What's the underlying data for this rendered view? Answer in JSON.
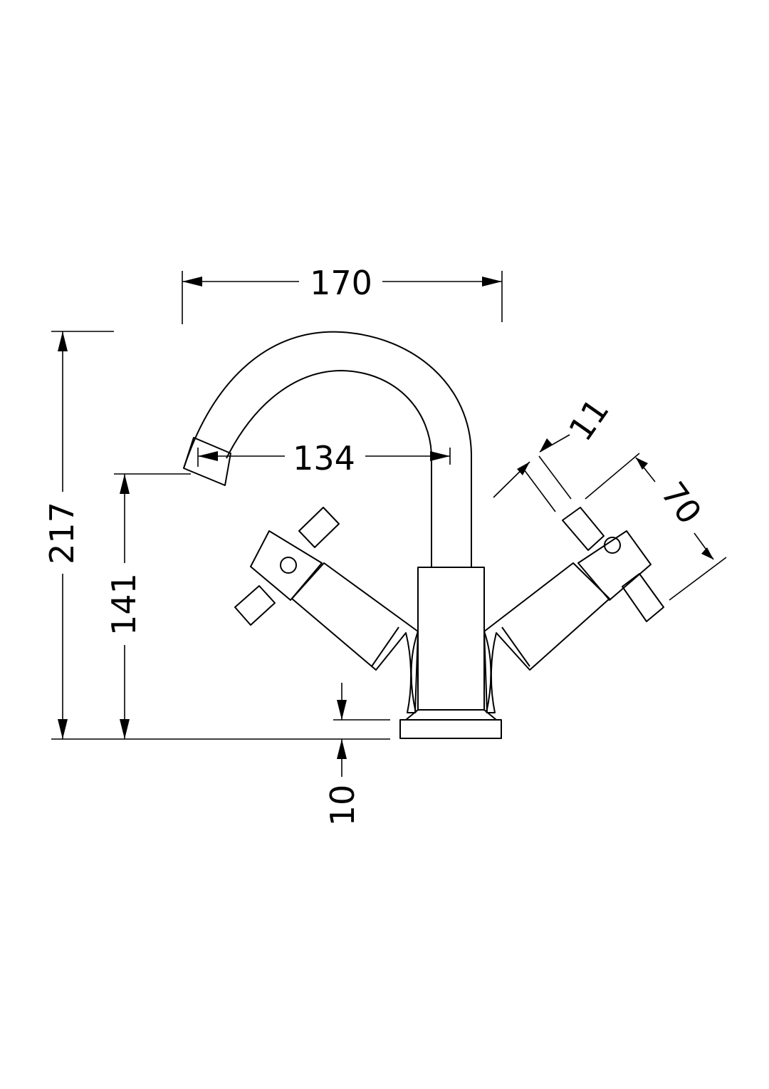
{
  "dimensions": {
    "overall_width": "170",
    "spout_reach": "134",
    "overall_height": "217",
    "spout_height": "141",
    "base_thickness": "10",
    "handle_width": "11",
    "handle_length": "70"
  },
  "colors": {
    "line": "#000000",
    "background": "#ffffff"
  }
}
